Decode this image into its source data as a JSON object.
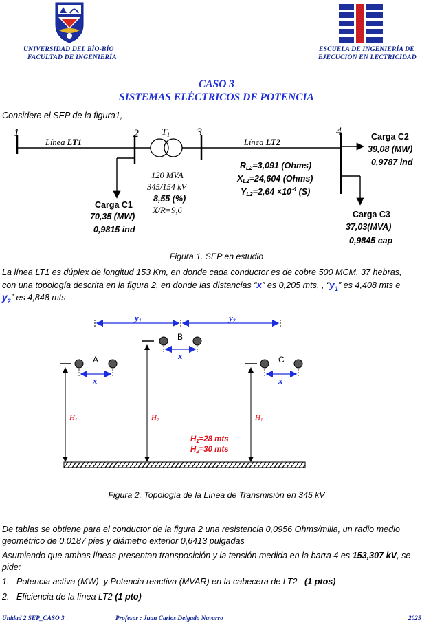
{
  "header": {
    "univ_line1": "UNIVERSIDAD DEL BÍO-BÍO",
    "univ_line2": "FACULTAD DE INGENIERÍA",
    "school_line1": "ESCUELA DE INGENIERÍA DE",
    "school_line2": "EJECUCIÓN EN LECTRICIDAD"
  },
  "title": {
    "line1": "CASO 3",
    "line2": "SISTEMAS ELÉCTRICOS DE POTENCIA"
  },
  "intro": "Considere el SEP de la figura1,",
  "figure1": {
    "bus1": "1",
    "bus2": "2",
    "bus3": "3",
    "bus4": "4",
    "t1": "T",
    "t1_sub": "1",
    "lt1_prefix": "Línea ",
    "lt1_name": "LT1",
    "lt2_prefix": "Línea ",
    "lt2_name": "LT2",
    "t1_mva": "120 MVA",
    "t1_kv": "345/154 kV",
    "t1_pct": "8,55 (%)",
    "t1_xr": "X/R=9,6",
    "rl2_r": "R",
    "rl2_sub": "L2",
    "rl2_val": "=3,091 (Ohms)",
    "xl2_x": "X",
    "xl2_sub": "L2",
    "xl2_val": "=24,604 (Ohms)",
    "yl2_y": "Y",
    "yl2_sub": "L2",
    "yl2_val": "=2,64 ×10",
    "yl2_exp": "-4",
    "yl2_unit": " (S)",
    "c1_name": "Carga C1",
    "c1_p": "70,35 (MW)",
    "c1_pf": "0,9815 ind",
    "c2_name": "Carga C2",
    "c2_p": "39,08 (MW)",
    "c2_pf": "0,9787 ind",
    "c3_name": "Carga C3",
    "c3_s": "37,03(MVA)",
    "c3_pf": "0,9845 cap"
  },
  "caption1": "Figura 1. SEP en estudio",
  "para1": {
    "line1": "La línea LT1 es dúplex de longitud 153 Km, en donde cada conductor es de cobre 500 MCM, 37 hebras,",
    "line2_a": "con una topología descrita en la figura 2, en donde las distancias “",
    "line2_x": "x",
    "line2_b": "” es 0,205 mts, ,  “",
    "line2_y1": "y",
    "line2_y1_sub": "1",
    "line2_c": "” es 4,408 mts  e",
    "line3_y2": "y",
    "line3_y2_sub": "2",
    "line3_d": "”  es 4,848 mts"
  },
  "figure2": {
    "y1": "y",
    "y1_sub": "1",
    "y2": "y",
    "y2_sub": "2",
    "label_a": "A",
    "label_b": "B",
    "label_c": "C",
    "x_label": "x",
    "h1": "H",
    "h1_sub": "1",
    "h2": "H",
    "h2_sub": "2",
    "note_h1": "H",
    "note_h1_sub": "1",
    "note_h1_val": "=28 mts",
    "note_h2": "H",
    "note_h2_sub": "2",
    "note_h2_val": "=30 mts"
  },
  "caption2": "Figura 2. Topología de la Línea de Transmisión en 345 kV",
  "para2": {
    "line1": "De tablas se obtiene para el conductor de la figura 2 una resistencia 0,0956 Ohms/milla, un radio medio",
    "line2": "geométrico de 0,0187 pies y diámetro exterior 0,6413 pulgadas"
  },
  "para3": {
    "line1_a": "Asumiendo que ambas líneas presentan transposición y la tensión medida en la barra 4 es ",
    "line1_b": "153,307 kV",
    "line1_c": ", se",
    "line2": "pide:"
  },
  "questions": [
    {
      "num": "1.",
      "text": "Potencia activa (MW)  y Potencia reactiva (MVAR) en la cabecera de LT2   ",
      "points": "(1 ptos)"
    },
    {
      "num": "2.",
      "text": "Eficiencia de la línea LT2 ",
      "points": "(1 pto)"
    }
  ],
  "footer": {
    "unit": "Unidad 2 SEP_CASO 3",
    "prof": "Profesor   : Juan Carlos Delgado  Navarro",
    "year": "2025"
  },
  "colors": {
    "header_blue": "#0b1f8f",
    "title_blue": "#1f2fd6",
    "dim_blue": "#1a2ee0",
    "note_red": "#e0101a"
  }
}
